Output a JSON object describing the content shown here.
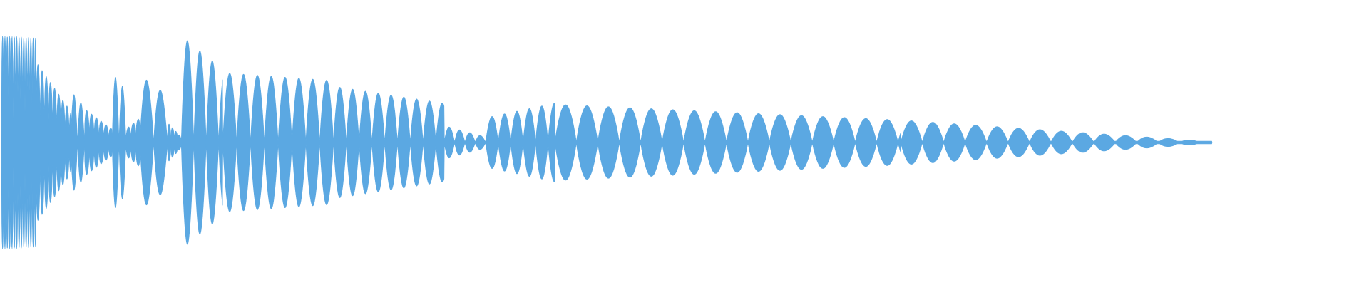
{
  "waveform": {
    "color": "#5ba8e2",
    "background": "#ffffff",
    "segments": [
      {
        "t0": 0.0,
        "t1": 0.05,
        "period": 0.0034,
        "amp_start": 0.95,
        "amp_end": 0.93,
        "shape": "tone"
      },
      {
        "t0": 0.05,
        "t1": 0.1,
        "period": 0.006,
        "amp_start": 0.72,
        "amp_end": 0.28,
        "shape": "tone"
      },
      {
        "t0": 0.1,
        "t1": 0.12,
        "period": 0.01,
        "amp_start": 0.46,
        "amp_end": 0.32,
        "shape": "lobe"
      },
      {
        "t0": 0.12,
        "t1": 0.16,
        "period": 0.007,
        "amp_start": 0.3,
        "amp_end": 0.12,
        "shape": "tone"
      },
      {
        "t0": 0.16,
        "t1": 0.18,
        "period": 0.01,
        "amp_start": 0.62,
        "amp_end": 0.46,
        "shape": "lobe"
      },
      {
        "t0": 0.18,
        "t1": 0.2,
        "period": 0.007,
        "amp_start": 0.12,
        "amp_end": 0.22,
        "shape": "tone"
      },
      {
        "t0": 0.2,
        "t1": 0.24,
        "period": 0.02,
        "amp_start": 0.6,
        "amp_end": 0.42,
        "shape": "lobe"
      },
      {
        "t0": 0.24,
        "t1": 0.26,
        "period": 0.005,
        "amp_start": 0.18,
        "amp_end": 0.05,
        "shape": "tone"
      },
      {
        "t0": 0.26,
        "t1": 0.32,
        "period": 0.018,
        "amp_start": 0.95,
        "amp_end": 0.65,
        "shape": "lobe"
      },
      {
        "t0": 0.32,
        "t1": 0.48,
        "period": 0.02,
        "amp_start": 0.62,
        "amp_end": 0.55,
        "shape": "lobe"
      },
      {
        "t0": 0.48,
        "t1": 0.64,
        "period": 0.0185,
        "amp_start": 0.5,
        "amp_end": 0.35,
        "shape": "lobe"
      },
      {
        "t0": 0.64,
        "t1": 0.7,
        "period": 0.015,
        "amp_start": 0.15,
        "amp_end": 0.05,
        "shape": "lobe"
      },
      {
        "t0": 0.7,
        "t1": 0.8,
        "period": 0.018,
        "amp_start": 0.22,
        "amp_end": 0.35,
        "shape": "lobe"
      },
      {
        "t0": 0.8,
        "t1": 1.3,
        "period": 0.031,
        "amp_start": 0.34,
        "amp_end": 0.2,
        "shape": "lobe"
      },
      {
        "t0": 1.3,
        "t1": 1.75,
        "period": 0.031,
        "amp_start": 0.2,
        "amp_end": 0.01,
        "shape": "lobe"
      }
    ]
  }
}
